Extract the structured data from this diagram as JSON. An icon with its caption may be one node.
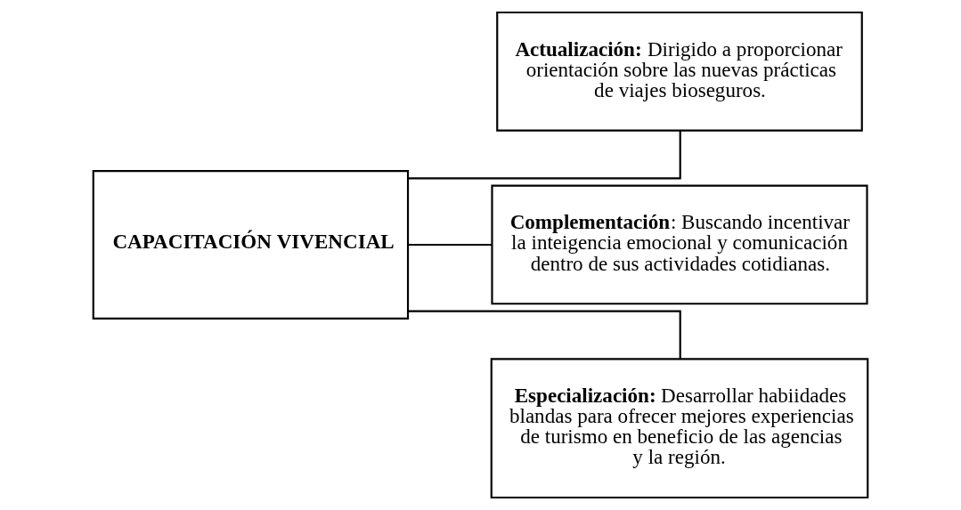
{
  "diagram": {
    "nodes": [
      {
        "text": [
          "CAPACITACIÓN VIVENCIAL"
        ]
      },
      {
        "text": [
          "**Actualización:** Dirigido a proporcionar orientación sobre las nuevas prácticas de viajes bioseguros."
        ]
      },
      {
        "text": [
          "**Complementación**: Buscando incentivar la inteigencia emocional y comunicación dentro de sus actividades cotidianas."
        ]
      },
      {
        "text": [
          "**Especialización:** Desarrollar habiidades blandas para ofrecer mejores experiencias de turismo en beneficio de las agencias y la región."
        ]
      }
    ],
    "edges": [
      {
        "from": 0,
        "to": 1,
        "arrow": "none"
      },
      {
        "from": 0,
        "to": 2,
        "arrow": "none"
      },
      {
        "from": 0,
        "to": 3,
        "arrow": "none"
      }
    ]
  }
}
